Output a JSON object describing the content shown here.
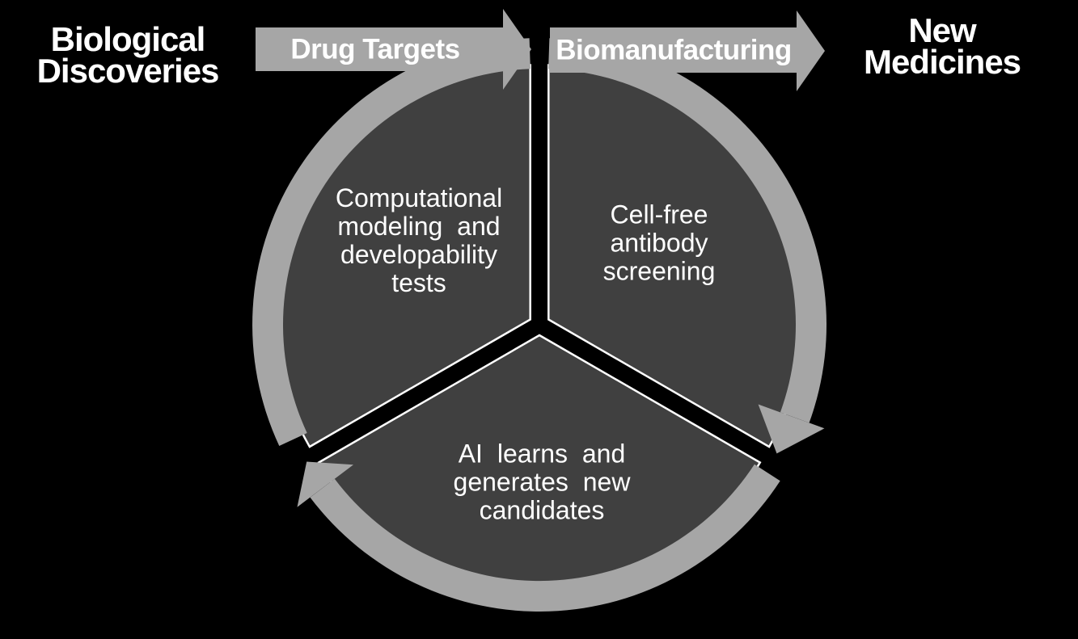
{
  "background": "#000000",
  "colors": {
    "arrow_gray": "#a6a6a6",
    "segment_gray": "#404040",
    "outline_white": "#ffffff",
    "text_white": "#ffffff"
  },
  "flow": {
    "start_label": "Biological\nDiscoveries",
    "arrow1_label": "Drug Targets",
    "arrow2_label": "Biomanufacturing",
    "end_label": "New\nMedicines"
  },
  "cycle": {
    "segments": [
      {
        "id": "top-left",
        "label": "Computational\nmodeling and\ndevelopability\ntests"
      },
      {
        "id": "top-right",
        "label": "Cell-free\nantibody\nscreening"
      },
      {
        "id": "bottom",
        "label": "AI learns and\ngenerates new\ncandidates"
      }
    ]
  }
}
